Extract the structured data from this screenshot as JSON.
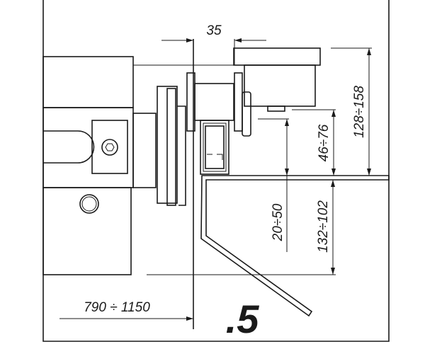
{
  "drawing": {
    "dimensions": {
      "roller_width": "35",
      "total_height": "128÷158",
      "upper_gap": "46÷76",
      "rail_gap": "20÷50",
      "lower_height": "132÷102",
      "horizontal_range": "790 ÷ 1150"
    },
    "detail_label": ".5",
    "colors": {
      "ink": "#1a1a1a",
      "background": "#ffffff"
    }
  }
}
